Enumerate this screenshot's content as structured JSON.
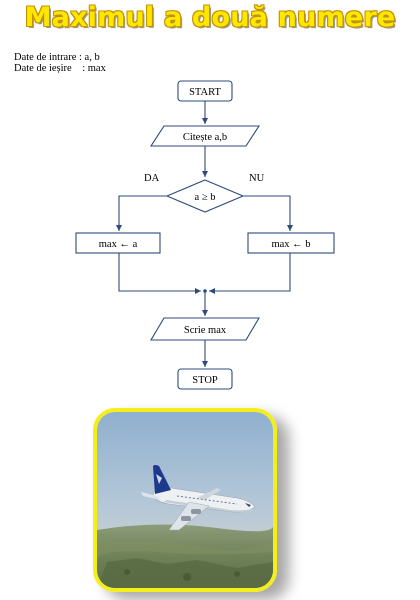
{
  "title": "Maximul a două numere",
  "io": {
    "inputs": "Date de intrare : a, b",
    "outputs": "Date de ieșire    : max"
  },
  "flowchart": {
    "start": "START",
    "read": "Citește a,b",
    "condition": "a ≥  b",
    "yes_label": "DA",
    "no_label": "NU",
    "yes_branch": "max ← a",
    "no_branch": "max ← b",
    "write": "Scrie max",
    "stop": "STOP"
  },
  "colors": {
    "title_fill": "#ffe800",
    "title_outline": "#c49000",
    "shape_stroke": "#2d4a7a",
    "photo_border": "#f4ef1a"
  }
}
